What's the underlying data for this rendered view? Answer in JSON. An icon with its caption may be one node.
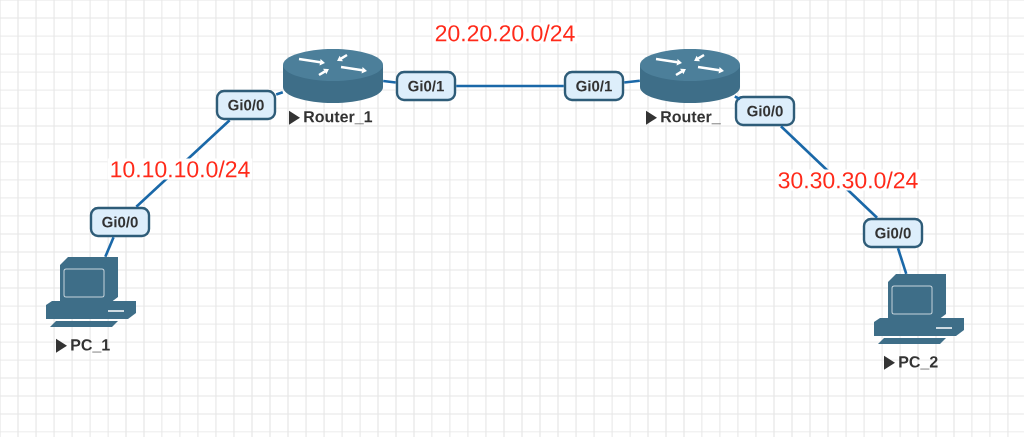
{
  "diagram": {
    "nodes": [
      {
        "text": [
          "Router_1"
        ]
      },
      {
        "text": [
          "Gi0/1"
        ]
      },
      {
        "text": [
          "Gi0/1"
        ]
      },
      {
        "text": [
          "Router_"
        ]
      },
      {
        "text": [
          "Gi0/0"
        ]
      },
      {
        "text": [
          "Gi0/0"
        ]
      },
      {
        "text": [
          "Gi0/0"
        ]
      },
      {
        "text": [
          "Gi0/0"
        ]
      },
      {
        "text": [
          "PC_1"
        ]
      },
      {
        "text": [
          "PC_2"
        ]
      }
    ],
    "edges": [
      {
        "from": 8,
        "to": 6,
        "arrow": "none"
      },
      {
        "from": 6,
        "to": 4,
        "arrow": "none",
        "label": "10.10.10.0/24"
      },
      {
        "from": 4,
        "to": 0,
        "arrow": "none"
      },
      {
        "from": 0,
        "to": 1,
        "arrow": "none"
      },
      {
        "from": 1,
        "to": 2,
        "arrow": "none",
        "label": "20.20.20.0/24"
      },
      {
        "from": 2,
        "to": 3,
        "arrow": "none"
      },
      {
        "from": 3,
        "to": 5,
        "arrow": "none"
      },
      {
        "from": 5,
        "to": 7,
        "arrow": "none",
        "label": "30.30.30.0/24"
      },
      {
        "from": 7,
        "to": 9,
        "arrow": "none"
      }
    ]
  }
}
